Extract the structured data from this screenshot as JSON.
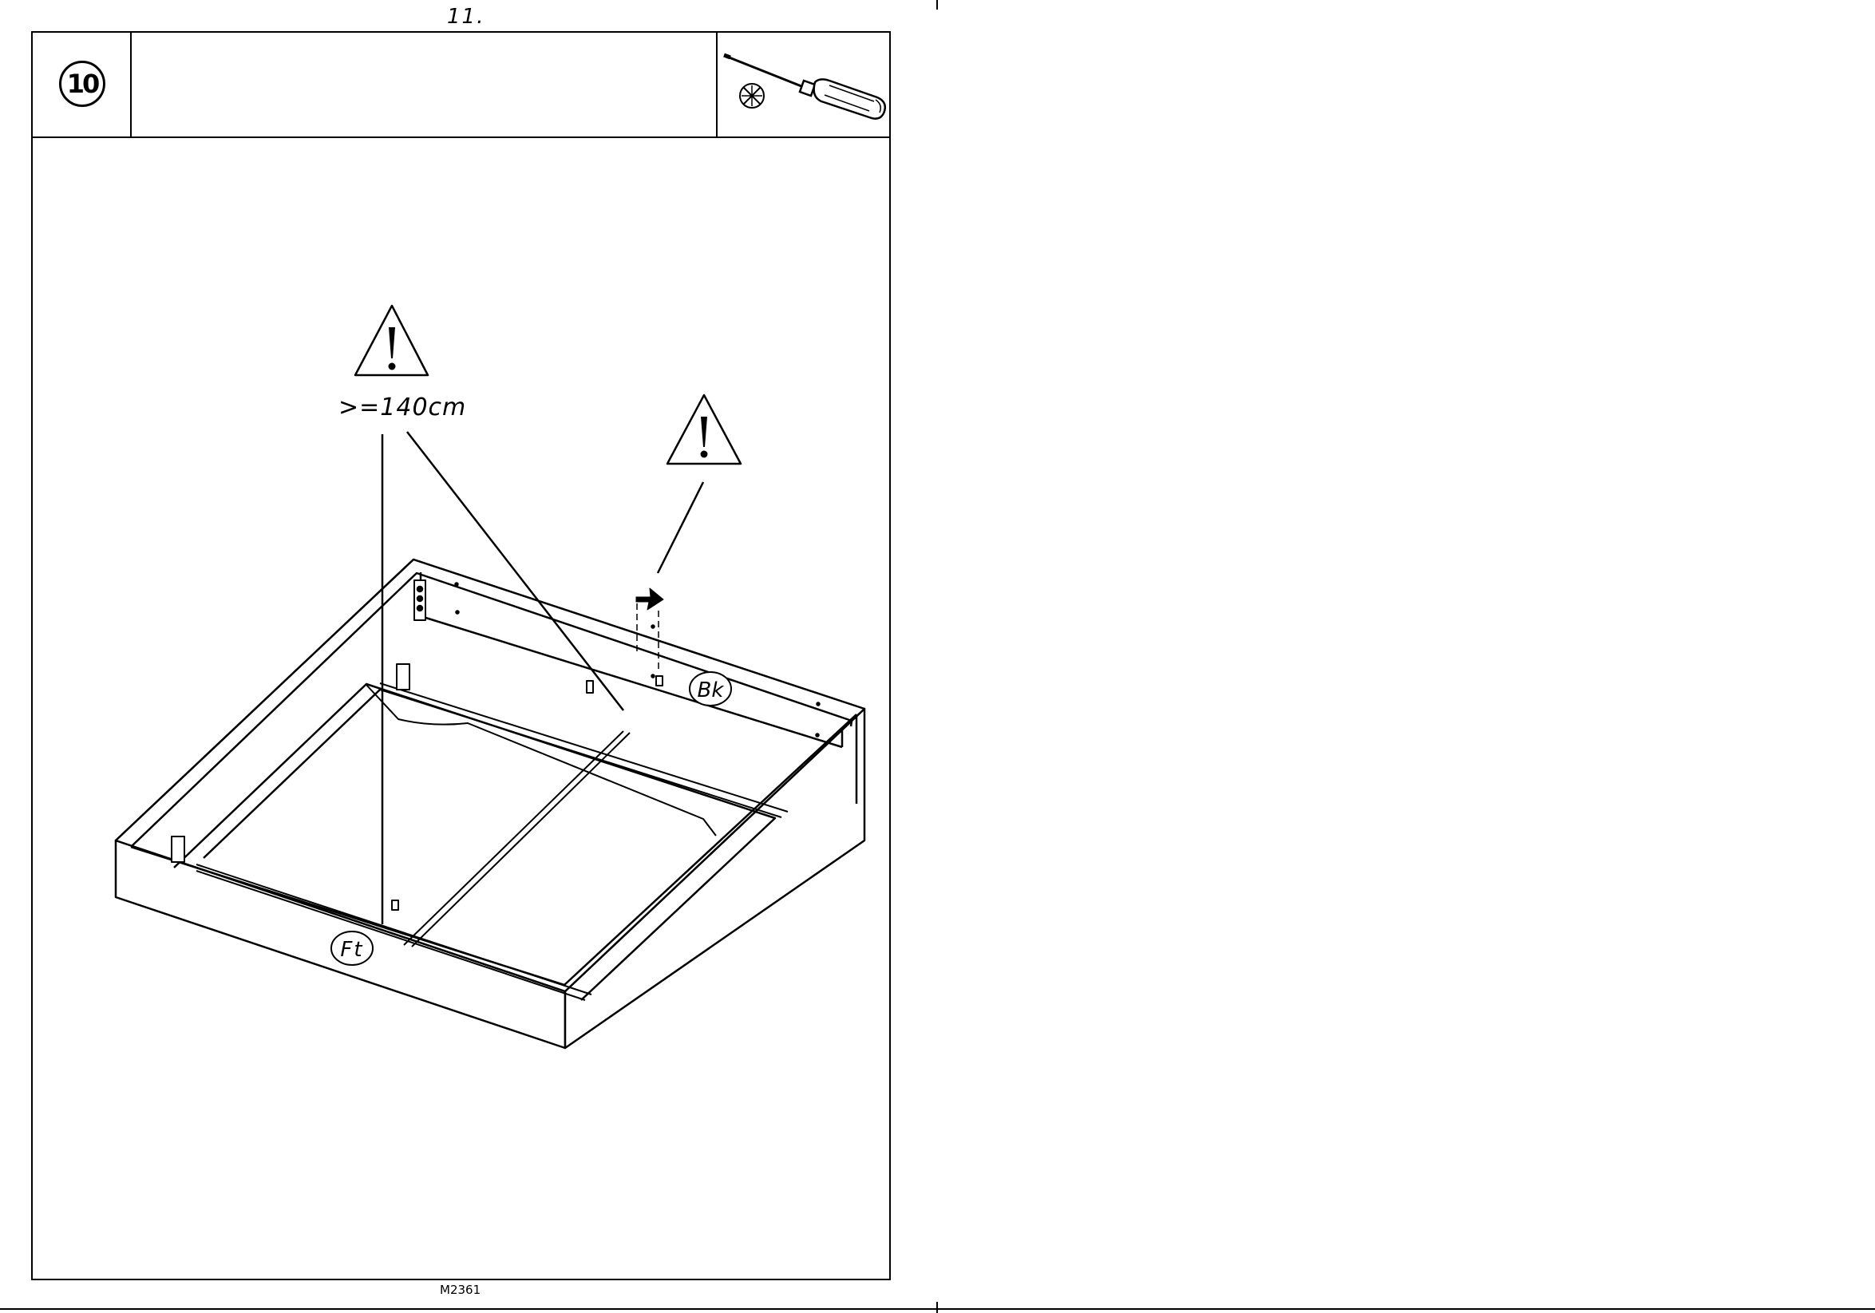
{
  "page": {
    "number": "11.",
    "code": "M2361"
  },
  "step": {
    "number": "10",
    "tool_icon": "phillips-screwdriver-icon"
  },
  "diagram": {
    "min_distance_label": ">=140cm",
    "back_label": "Bk",
    "front_label": "Ft",
    "icons": [
      "warning-triangle-icon",
      "direction-arrow-icon"
    ]
  }
}
